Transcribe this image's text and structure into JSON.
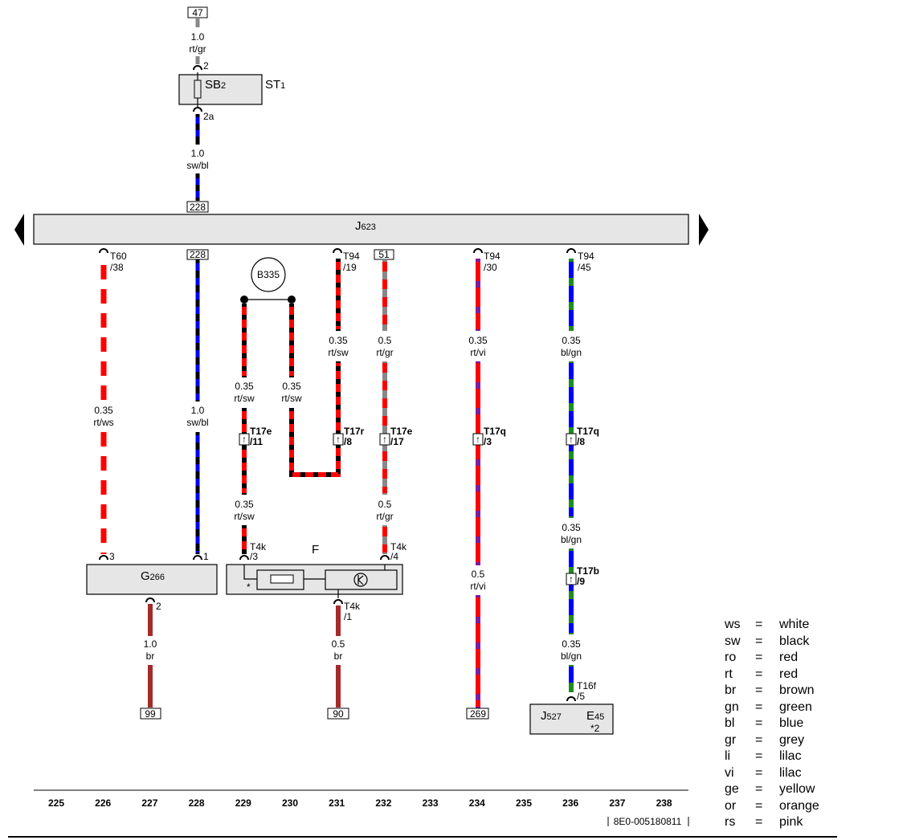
{
  "top": {
    "ref": "47",
    "gauge": "1.0",
    "color": "rt/gr",
    "pin": "2",
    "pin_out": "2a"
  },
  "fuse": {
    "label": "SB",
    "sub": "2",
    "carrier": "ST",
    "carrier_sub": "1"
  },
  "feed": {
    "gauge": "1.0",
    "color": "sw/bl",
    "ref": "228"
  },
  "module": {
    "label": "J",
    "sub": "623"
  },
  "connectors": {
    "t60": "T60",
    "t60_pin": "/38",
    "ref228": "228",
    "t94a": "T94",
    "t94a_pin": "/19",
    "ref51": "51",
    "t94b": "T94",
    "t94b_pin": "/30",
    "t94c": "T94",
    "t94c_pin": "/45"
  },
  "b335": "B335",
  "wires": {
    "w1": {
      "gauge": "0.35",
      "color": "rt/ws"
    },
    "w2": {
      "gauge": "1.0",
      "color": "sw/bl"
    },
    "w3a": {
      "gauge": "0.35",
      "color": "rt/sw"
    },
    "w3b": {
      "gauge": "0.35",
      "color": "rt/sw"
    },
    "w4": {
      "gauge": "0.35",
      "color": "rt/sw"
    },
    "w5": {
      "gauge": "0.35",
      "color": "rt/sw"
    },
    "w6a": {
      "gauge": "0.5",
      "color": "rt/gr"
    },
    "w6b": {
      "gauge": "0.5",
      "color": "rt/gr"
    },
    "w7a": {
      "gauge": "0.35",
      "color": "rt/vi"
    },
    "w7b": {
      "gauge": "0.5",
      "color": "rt/vi"
    },
    "w8a": {
      "gauge": "0.35",
      "color": "bl/gn"
    },
    "w8b": {
      "gauge": "0.35",
      "color": "bl/gn"
    },
    "w8c": {
      "gauge": "0.35",
      "color": "bl/gn"
    },
    "g_out": {
      "gauge": "1.0",
      "color": "br"
    },
    "f_out": {
      "gauge": "0.5",
      "color": "br"
    }
  },
  "t17": {
    "a": "T17e",
    "a_pin": "/11",
    "b": "T17r",
    "b_pin": "/8",
    "c": "T17e",
    "c_pin": "/17",
    "d": "T17q",
    "d_pin": "/3",
    "e": "T17q",
    "e_pin": "/8",
    "f": "T17b",
    "f_pin": "/9"
  },
  "g266": {
    "label": "G",
    "sub": "266",
    "pin3": "3",
    "pin1": "1",
    "pin2": "2"
  },
  "f": {
    "label": "F",
    "t4k_3": "T4k",
    "t4k_3_pin": "/3",
    "t4k_4": "T4k",
    "t4k_4_pin": "/4",
    "t4k_1": "T4k",
    "t4k_1_pin": "/1",
    "star": "*"
  },
  "j527": {
    "label": "J",
    "sub": "527",
    "e": "E",
    "e_sub": "45",
    "note": "*2",
    "t16f": "T16f",
    "t16f_pin": "/5"
  },
  "bottom_refs": {
    "r99": "99",
    "r90": "90",
    "r269": "269"
  },
  "grid": [
    "225",
    "226",
    "227",
    "228",
    "229",
    "230",
    "231",
    "232",
    "233",
    "234",
    "235",
    "236",
    "237",
    "238"
  ],
  "doc_id": "8E0-005180811",
  "legend": [
    {
      "code": "ws",
      "eq": "=",
      "name": "white"
    },
    {
      "code": "sw",
      "eq": "=",
      "name": "black"
    },
    {
      "code": "ro",
      "eq": "=",
      "name": "red"
    },
    {
      "code": "rt",
      "eq": "=",
      "name": "red"
    },
    {
      "code": "br",
      "eq": "=",
      "name": "brown"
    },
    {
      "code": "gn",
      "eq": "=",
      "name": "green"
    },
    {
      "code": "bl",
      "eq": "=",
      "name": "blue"
    },
    {
      "code": "gr",
      "eq": "=",
      "name": "grey"
    },
    {
      "code": "li",
      "eq": "=",
      "name": "lilac"
    },
    {
      "code": "vi",
      "eq": "=",
      "name": "lilac"
    },
    {
      "code": "ge",
      "eq": "=",
      "name": "yellow"
    },
    {
      "code": "or",
      "eq": "=",
      "name": "orange"
    },
    {
      "code": "rs",
      "eq": "=",
      "name": "pink"
    }
  ],
  "colors": {
    "red": "#ff0000",
    "black": "#000000",
    "blue": "#0000ff",
    "grey": "#888888",
    "violet": "#7b1fa2",
    "green": "#1e8c1e",
    "brown": "#a52a2a",
    "box": "#e6e6e6"
  }
}
